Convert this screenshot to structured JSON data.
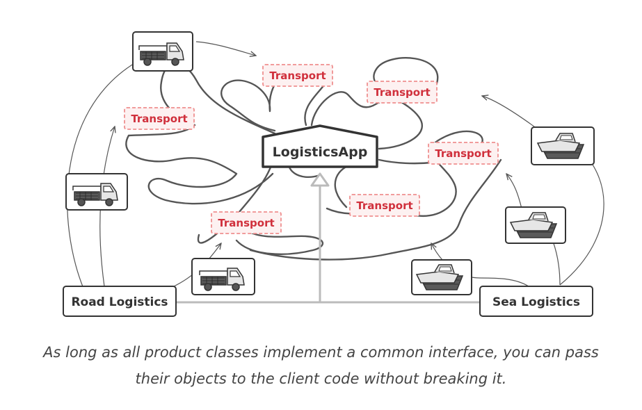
{
  "diagram": {
    "app_label": "LogisticsApp",
    "road_label": "Road Logistics",
    "sea_label": "Sea Logistics",
    "transport_labels": [
      "Transport",
      "Transport",
      "Transport",
      "Transport",
      "Transport",
      "Transport"
    ],
    "icons": {
      "truck": "truck-icon",
      "ship": "ship-icon"
    },
    "colors": {
      "transport_text": "#d0303c",
      "transport_border": "#ef8f8f",
      "transport_fill": "#fdf1f1",
      "outline": "#333333",
      "arrow_gray": "#bbbbbb"
    }
  },
  "caption": "As long as all product classes implement a common interface, you can pass their objects to the client code without breaking it."
}
